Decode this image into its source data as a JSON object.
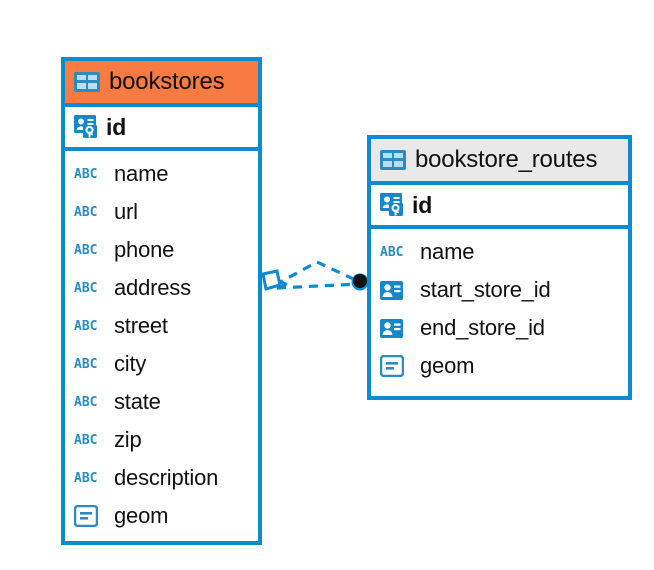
{
  "diagram": {
    "type": "entity-relationship-diagram",
    "background_color": "#ffffff",
    "accent_color": "#0d8bd1",
    "header_highlight_color": "#f97b42",
    "header_default_color": "#e9e9e9"
  },
  "entities": [
    {
      "name": "bookstores",
      "header_style": "orange",
      "primary_key": {
        "label": "id",
        "icon": "primary-key-icon"
      },
      "fields": [
        {
          "label": "name",
          "icon": "abc-text-icon"
        },
        {
          "label": "url",
          "icon": "abc-text-icon"
        },
        {
          "label": "phone",
          "icon": "abc-text-icon"
        },
        {
          "label": "address",
          "icon": "abc-text-icon"
        },
        {
          "label": "street",
          "icon": "abc-text-icon"
        },
        {
          "label": "city",
          "icon": "abc-text-icon"
        },
        {
          "label": "state",
          "icon": "abc-text-icon"
        },
        {
          "label": "zip",
          "icon": "abc-text-icon"
        },
        {
          "label": "description",
          "icon": "abc-text-icon"
        },
        {
          "label": "geom",
          "icon": "geometry-icon"
        }
      ]
    },
    {
      "name": "bookstore_routes",
      "header_style": "grey",
      "primary_key": {
        "label": "id",
        "icon": "primary-key-icon"
      },
      "fields": [
        {
          "label": "name",
          "icon": "abc-text-icon"
        },
        {
          "label": "start_store_id",
          "icon": "foreign-key-icon"
        },
        {
          "label": "end_store_id",
          "icon": "foreign-key-icon"
        },
        {
          "label": "geom",
          "icon": "geometry-icon"
        }
      ]
    }
  ],
  "relationship": {
    "style": "dashed",
    "color": "#0d8bd1",
    "source_marker": "diamond-many-marker",
    "target_marker": "filled-circle-marker",
    "from": "bookstores",
    "to": "bookstore_routes"
  },
  "icon_glyphs": {
    "table": "table-icon",
    "abc": "ABC"
  }
}
